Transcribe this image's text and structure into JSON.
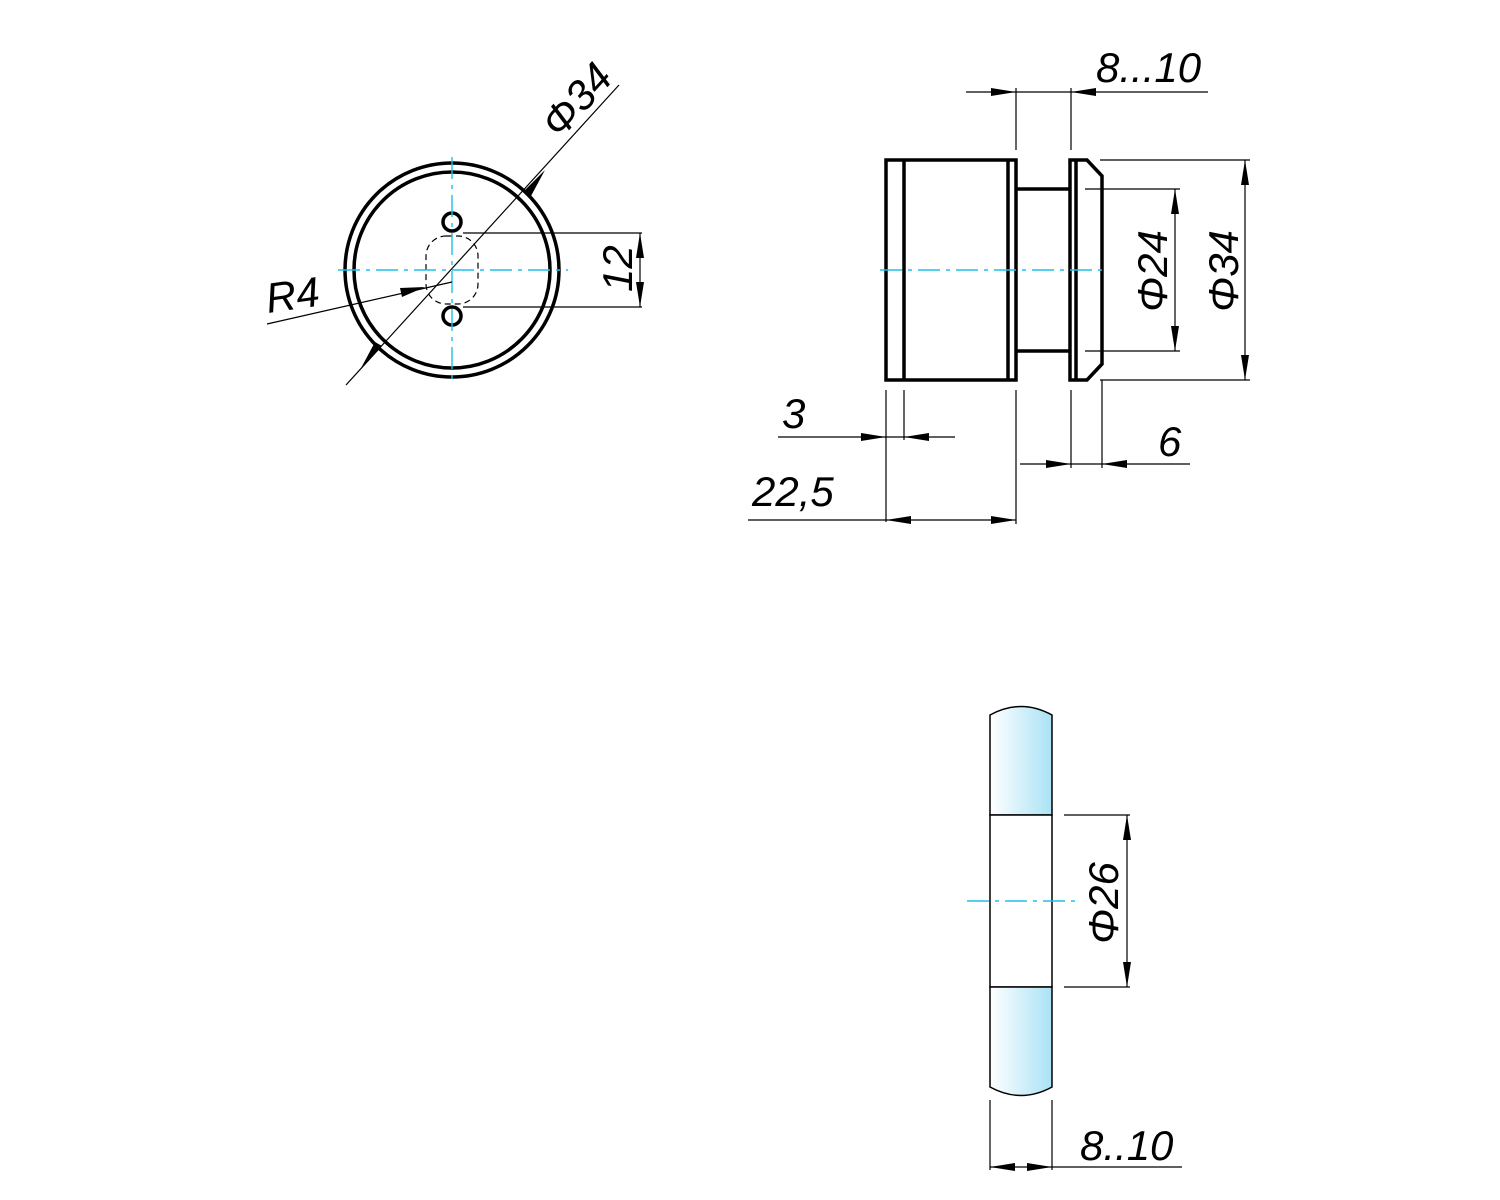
{
  "front_view": {
    "diameter_label": "Φ34",
    "radius_label": "R4",
    "hole_spacing_label": "12"
  },
  "side_view": {
    "glass_thickness_label": "8...10",
    "inner_diameter_label": "Φ24",
    "outer_diameter_label": "Φ34",
    "cap_offset_label": "3",
    "body_length_label": "22,5",
    "flange_width_label": "6"
  },
  "glass_view": {
    "hole_diameter_label": "Φ26",
    "glass_thickness_label": "8..10",
    "glass_color": "#a9e2f5"
  }
}
